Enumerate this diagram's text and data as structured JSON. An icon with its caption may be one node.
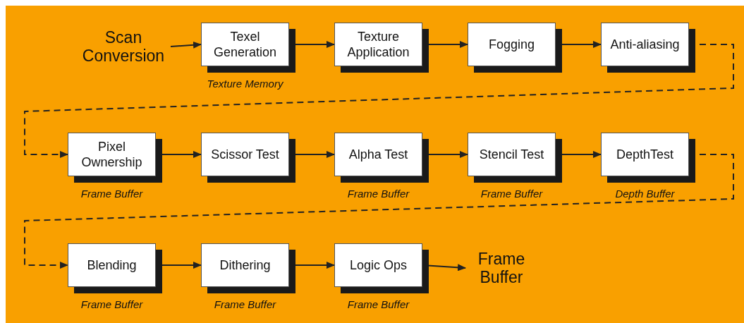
{
  "diagram": {
    "nodes": [
      {
        "text": [
          "Scan Conversion"
        ]
      },
      {
        "text": [
          "Texel Generation"
        ],
        "beside": [
          "Texture Memory"
        ]
      },
      {
        "text": [
          "Texture Application"
        ]
      },
      {
        "text": [
          "Fogging"
        ]
      },
      {
        "text": [
          "Anti-aliasing"
        ]
      },
      {
        "text": [
          "Pixel Ownership"
        ],
        "beside": [
          "Frame Buffer"
        ]
      },
      {
        "text": [
          "Scissor Test"
        ]
      },
      {
        "text": [
          "Alpha Test"
        ],
        "beside": [
          "Frame Buffer"
        ]
      },
      {
        "text": [
          "Stencil Test"
        ],
        "beside": [
          "Frame Buffer"
        ]
      },
      {
        "text": [
          "DepthTest"
        ],
        "beside": [
          "Depth Buffer"
        ]
      },
      {
        "text": [
          "Blending"
        ],
        "beside": [
          "Frame Buffer"
        ]
      },
      {
        "text": [
          "Dithering"
        ],
        "beside": [
          "Frame Buffer"
        ]
      },
      {
        "text": [
          "Logic Ops"
        ],
        "beside": [
          "Frame Buffer"
        ]
      },
      {
        "text": [
          "Frame Buffer"
        ]
      }
    ],
    "edges": [
      {
        "from": 0,
        "to": 1,
        "arrow": "to"
      },
      {
        "from": 1,
        "to": 2,
        "arrow": "to"
      },
      {
        "from": 2,
        "to": 3,
        "arrow": "to"
      },
      {
        "from": 3,
        "to": 4,
        "arrow": "to"
      },
      {
        "from": 4,
        "to": 5,
        "arrow": "to",
        "style": "dashed"
      },
      {
        "from": 5,
        "to": 6,
        "arrow": "to"
      },
      {
        "from": 6,
        "to": 7,
        "arrow": "to"
      },
      {
        "from": 7,
        "to": 8,
        "arrow": "to"
      },
      {
        "from": 8,
        "to": 9,
        "arrow": "to"
      },
      {
        "from": 9,
        "to": 10,
        "arrow": "to",
        "style": "dashed"
      },
      {
        "from": 10,
        "to": 11,
        "arrow": "to"
      },
      {
        "from": 11,
        "to": 12,
        "arrow": "to"
      },
      {
        "from": 12,
        "to": 13,
        "arrow": "to"
      }
    ]
  }
}
